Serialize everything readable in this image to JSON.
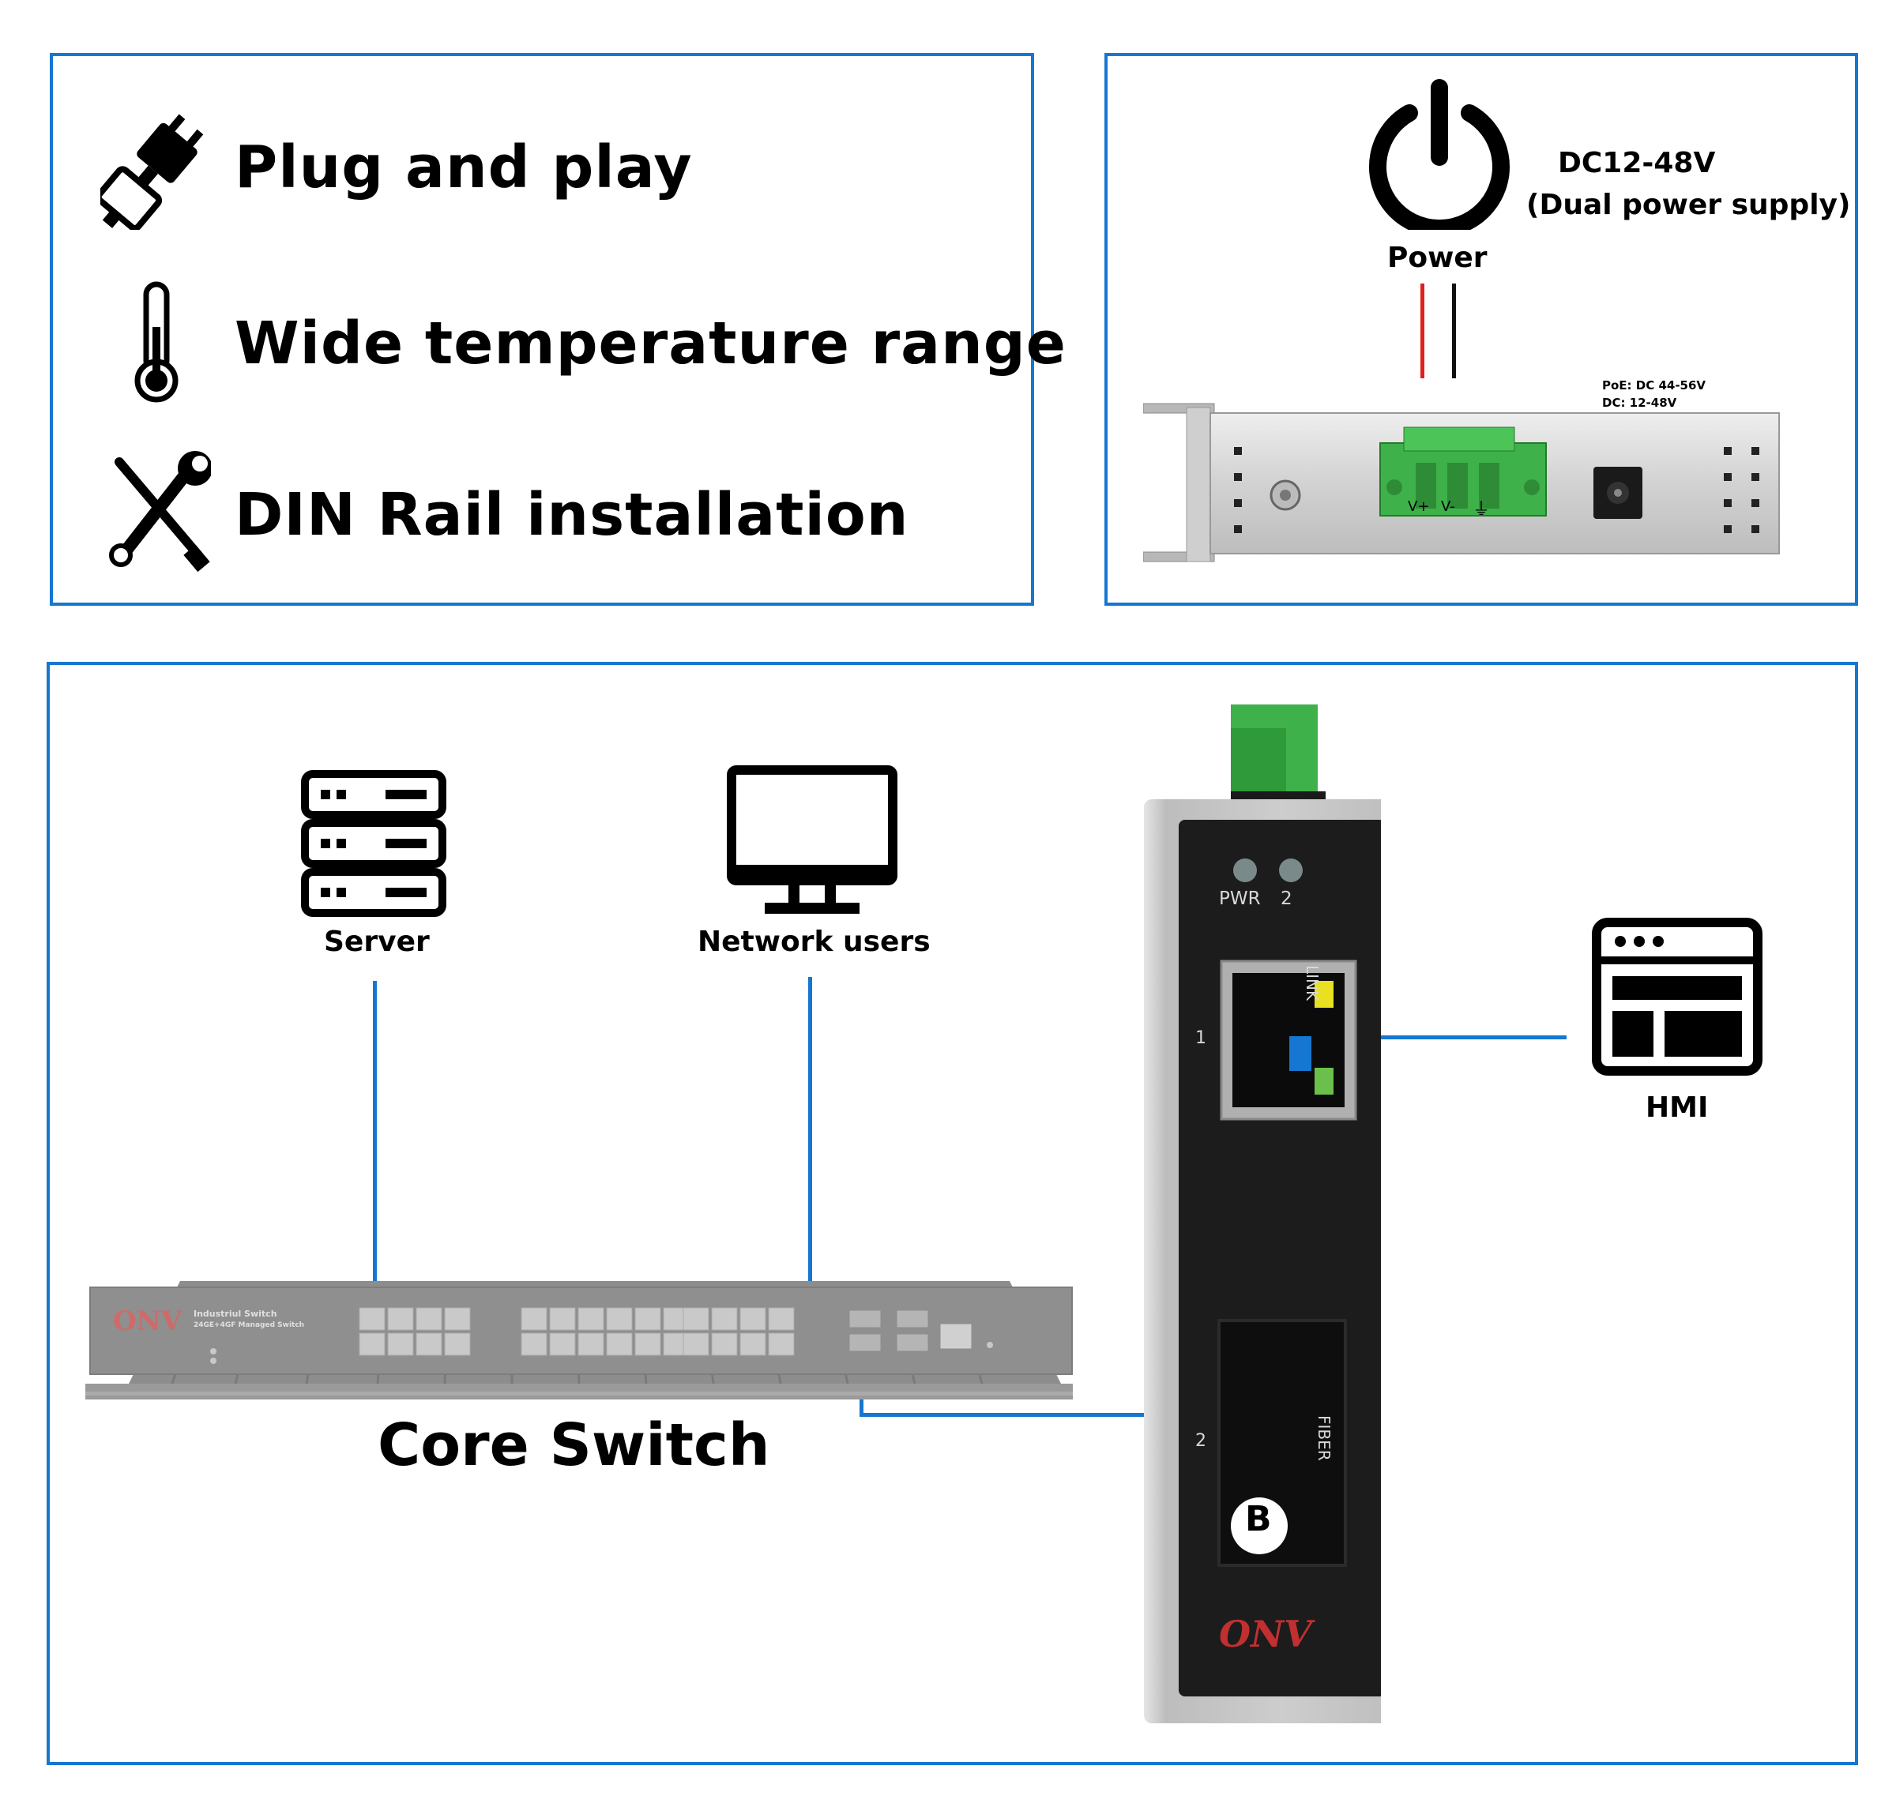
{
  "features": {
    "items": [
      {
        "label": "Plug and play",
        "icon": "plug-icon"
      },
      {
        "label": "Wide temperature range",
        "icon": "thermometer-icon"
      },
      {
        "label": "DIN Rail installation",
        "icon": "tools-icon"
      }
    ]
  },
  "power": {
    "icon": "power-icon",
    "label": "Power",
    "voltage": "DC12-48V",
    "supply_note": "(Dual power supply)",
    "device": {
      "poe_label": "PoE: DC 44-56V",
      "dc_label": "DC: 12-48V",
      "terminal_labels": [
        "V+",
        "V-",
        "⏚"
      ]
    }
  },
  "network": {
    "server_label": "Server",
    "users_label": "Network users",
    "hmi_label": "HMI",
    "core_label": "Core Switch",
    "core_switch": {
      "brand": "ONV",
      "model": "Industriul Switch",
      "spec": "24GE+4GF Managed Switch"
    },
    "converter": {
      "led_labels": [
        "PWR",
        "2"
      ],
      "link_label": "LINK",
      "fiber_label": "FIBER",
      "port1": "1",
      "port2": "2",
      "badge": "B",
      "brand": "ONV"
    },
    "colors": {
      "accent": "#1577d1",
      "wire_red": "#e02020",
      "terminal_green": "#3fb14a"
    }
  }
}
